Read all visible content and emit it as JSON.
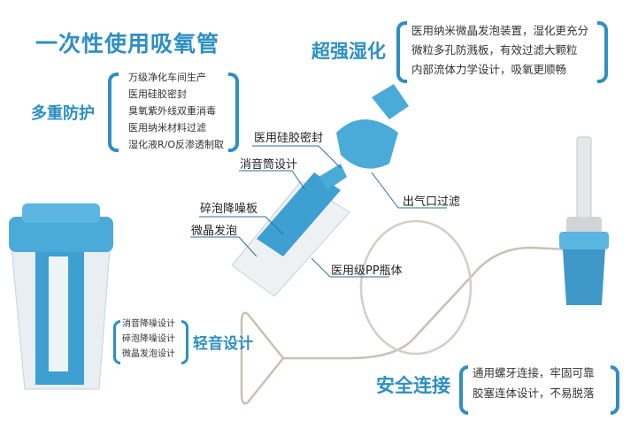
{
  "title": "一次性使用吸氧管",
  "accent_color": "#2e8fc2",
  "humidify": {
    "heading": "超强湿化",
    "items": [
      "医用纳米微晶发泡装置，湿化更充分",
      "微粒多孔防溅板，有效过滤大颗粒",
      "内部流体力学设计，吸氧更顺畅"
    ]
  },
  "protection": {
    "heading": "多重防护",
    "items": [
      "万级净化车间生产",
      "医用硅胶密封",
      "臭氧紫外线双重消毒",
      "医用纳米材料过滤",
      "湿化液R/O反渗透制取"
    ]
  },
  "parts": {
    "silicone_seal": "医用硅胶密封",
    "silencer": "消音筒设计",
    "bubble_plate": "碎泡降噪板",
    "micro_foam": "微晶发泡",
    "outlet_filter": "出气口过滤",
    "pp_bottle": "医用级PP瓶体"
  },
  "quiet": {
    "heading": "轻音设计",
    "items": [
      "消音降噪设计",
      "碎泡降噪设计",
      "微晶发泡设计"
    ]
  },
  "safety": {
    "heading": "安全连接",
    "items": [
      "通用螺牙连接，牢固可靠",
      "胶塞连体设计，不易脱落"
    ]
  }
}
